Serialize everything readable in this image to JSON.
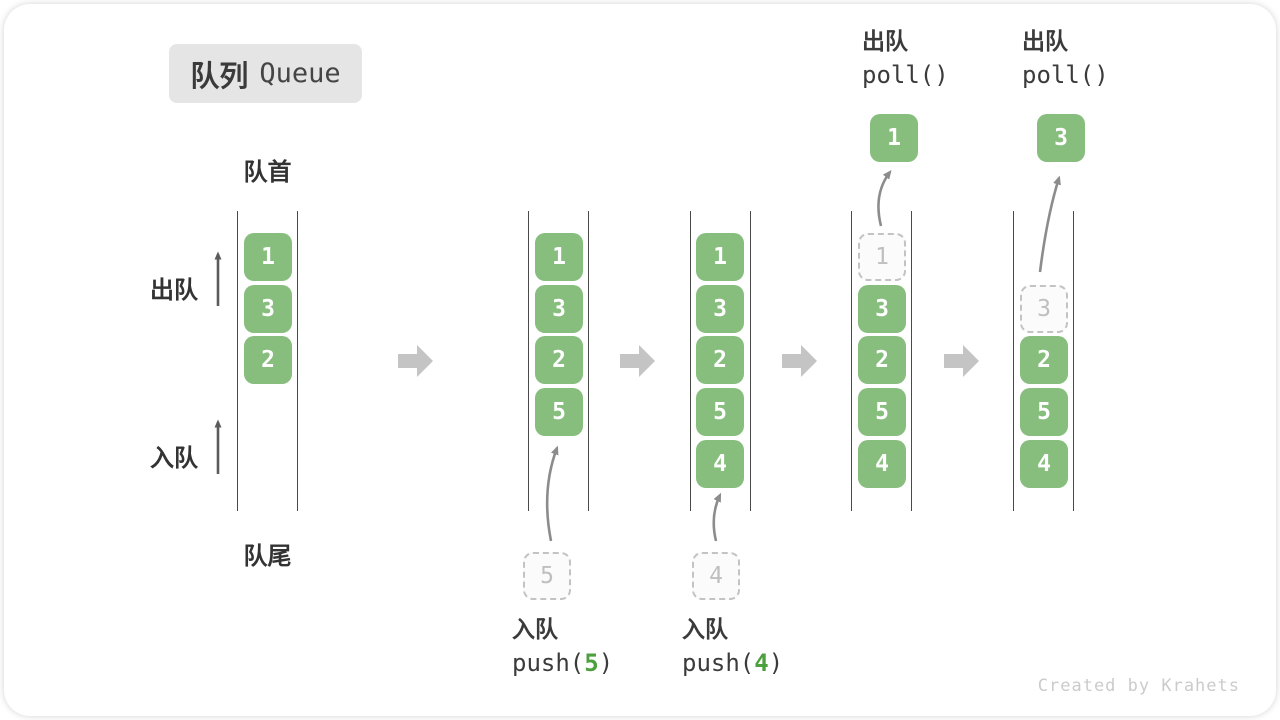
{
  "title": {
    "zh": "队列",
    "en": "Queue"
  },
  "side_labels": {
    "front": "队首",
    "rear": "队尾",
    "dequeue": "出队",
    "enqueue": "入队"
  },
  "queues": [
    {
      "cells": [
        {
          "v": "1",
          "type": "solid"
        },
        {
          "v": "3",
          "type": "solid"
        },
        {
          "v": "2",
          "type": "solid"
        }
      ]
    },
    {
      "cells": [
        {
          "v": "1",
          "type": "solid"
        },
        {
          "v": "3",
          "type": "solid"
        },
        {
          "v": "2",
          "type": "solid"
        },
        {
          "v": "5",
          "type": "solid"
        }
      ],
      "incoming": "5"
    },
    {
      "cells": [
        {
          "v": "1",
          "type": "solid"
        },
        {
          "v": "3",
          "type": "solid"
        },
        {
          "v": "2",
          "type": "solid"
        },
        {
          "v": "5",
          "type": "solid"
        },
        {
          "v": "4",
          "type": "solid"
        }
      ],
      "incoming": "4"
    },
    {
      "cells": [
        {
          "v": "1",
          "type": "dashed"
        },
        {
          "v": "3",
          "type": "solid"
        },
        {
          "v": "2",
          "type": "solid"
        },
        {
          "v": "5",
          "type": "solid"
        },
        {
          "v": "4",
          "type": "solid"
        }
      ],
      "outgoing": "1"
    },
    {
      "cells": [
        {
          "v": "3",
          "type": "dashed"
        },
        {
          "v": "2",
          "type": "solid"
        },
        {
          "v": "5",
          "type": "solid"
        },
        {
          "v": "4",
          "type": "solid"
        }
      ],
      "outgoing": "3"
    }
  ],
  "push_ops": [
    {
      "label": "入队",
      "fn_open": "push(",
      "arg": "5",
      "fn_close": ")"
    },
    {
      "label": "入队",
      "fn_open": "push(",
      "arg": "4",
      "fn_close": ")"
    }
  ],
  "poll_ops": [
    {
      "label": "出队",
      "code": "poll()",
      "value": "1"
    },
    {
      "label": "出队",
      "code": "poll()",
      "value": "3"
    }
  ],
  "watermark": "Created by Krahets",
  "colors": {
    "block_green": "#87BE7E",
    "code_arg_green": "#4CA03E",
    "flow_arrow_gray": "#C4C4C4",
    "curve_arrow_gray": "#8C8C8C",
    "side_arrow_gray": "#5C5C5C",
    "badge_bg": "#E5E5E5",
    "dashed_border": "#C3C3C3",
    "queue_wall": "#4A4A4A",
    "text_dark": "#3B3B3B",
    "watermark_gray": "#CBCBCB"
  }
}
